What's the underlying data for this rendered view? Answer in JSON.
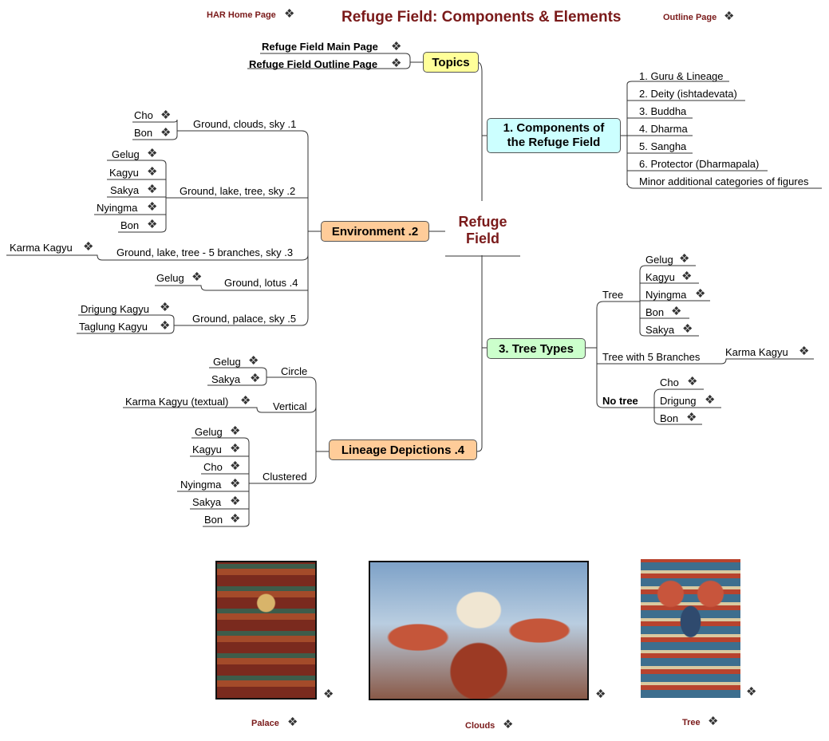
{
  "header": {
    "title": "Refuge Field: Components & Elements",
    "home_link": "HAR Home Page",
    "outline_link": "Outline Page",
    "link_icon": "quatrefoil-link-icon"
  },
  "center": {
    "line1": "Refuge",
    "line2": "Field"
  },
  "topics": {
    "label": "Topics",
    "items": [
      "Refuge Field Main Page",
      "Refuge Field Outline Page"
    ]
  },
  "components": {
    "line1": "1. Components of",
    "line2": "the Refuge Field",
    "items": [
      "1. Guru & Lineage",
      "2. Deity (ishtadevata)",
      "3. Buddha",
      "4. Dharma",
      "5. Sangha",
      "6. Protector (Dharmapala)",
      "Minor additional categories of figures"
    ]
  },
  "environment": {
    "label": "Environment .2",
    "groups": [
      {
        "label": "Ground, clouds, sky .1",
        "items": [
          "Cho",
          "Bon"
        ]
      },
      {
        "label": "Ground, lake, tree, sky .2",
        "items": [
          "Gelug",
          "Kagyu",
          "Sakya",
          "Nyingma",
          "Bon"
        ]
      },
      {
        "label": "Ground, lake, tree - 5 branches, sky .3",
        "items": [
          "Karma Kagyu"
        ]
      },
      {
        "label": "Ground, lotus .4",
        "items": [
          "Gelug"
        ]
      },
      {
        "label": "Ground, palace, sky .5",
        "items": [
          "Drigung Kagyu",
          "Taglung Kagyu"
        ]
      }
    ]
  },
  "tree_types": {
    "label": "3. Tree Types",
    "groups": [
      {
        "label": "Tree",
        "items": [
          "Gelug",
          "Kagyu",
          "Nyingma",
          "Bon",
          "Sakya"
        ]
      },
      {
        "label": "Tree with 5 Branches",
        "items": [
          "Karma Kagyu"
        ]
      },
      {
        "label": "No tree",
        "items": [
          "Cho",
          "Drigung",
          "Bon"
        ]
      }
    ]
  },
  "lineage": {
    "label": "Lineage Depictions .4",
    "groups": [
      {
        "label": "Circle",
        "items": [
          "Gelug",
          "Sakya"
        ]
      },
      {
        "label": "Vertical",
        "items": [
          "Karma Kagyu (textual)"
        ]
      },
      {
        "label": "Clustered",
        "items": [
          "Gelug",
          "Kagyu",
          "Cho",
          "Nyingma",
          "Sakya",
          "Bon"
        ]
      }
    ]
  },
  "images": {
    "palace_caption": "Palace",
    "clouds_caption": "Clouds",
    "tree_caption": "Tree"
  },
  "colors": {
    "title": "#7a1a1a",
    "topics_box": "#ffff99",
    "components_box": "#ccffff",
    "tree_box": "#ccffcc",
    "orange_box": "#ffcc99"
  }
}
